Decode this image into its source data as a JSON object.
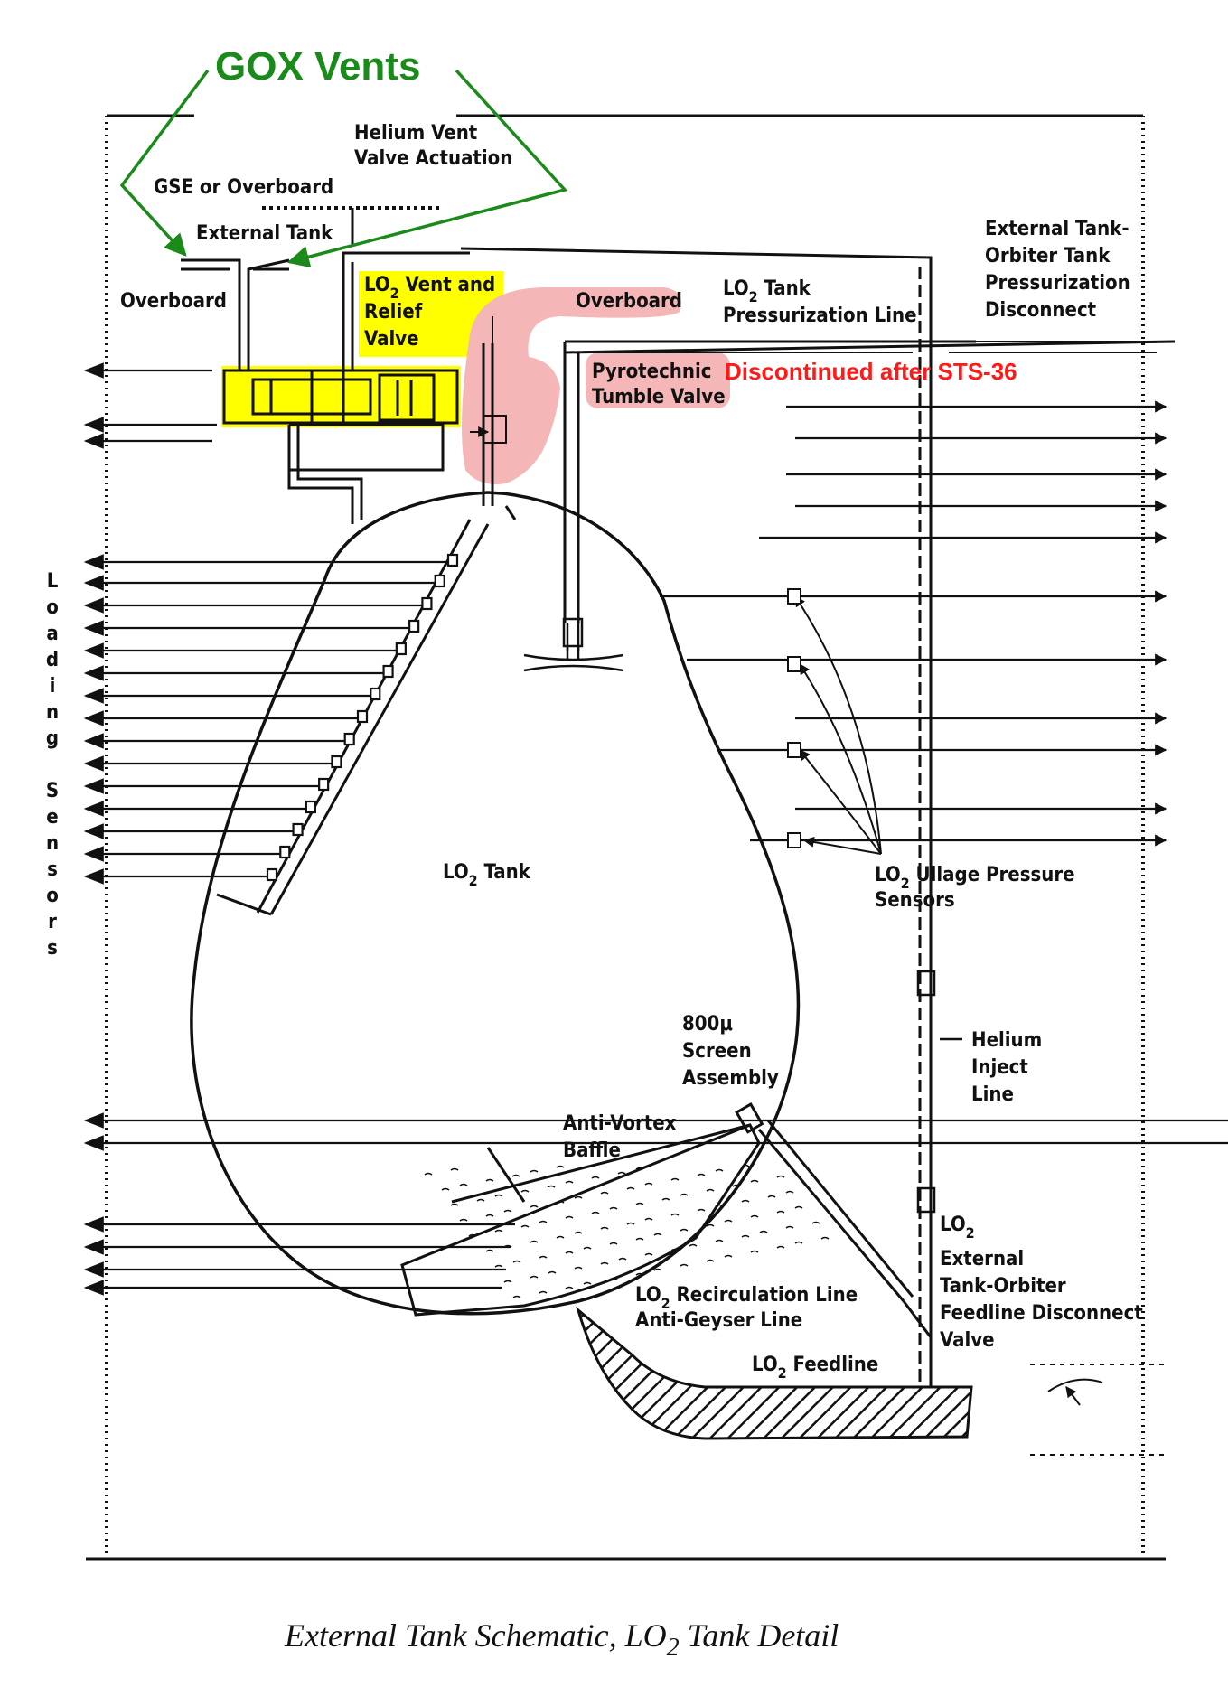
{
  "title": "GOX Vents",
  "annotation_discontinued": "Discontinued after STS-36",
  "caption_parts": [
    "External Tank Schematic, LO",
    "2",
    " Tank Detail"
  ],
  "labels": {
    "helium_vent": [
      "Helium Vent",
      "Valve Actuation"
    ],
    "gse_overboard": "GSE or Overboard",
    "external_tank": "External Tank",
    "overboard_left": "Overboard",
    "vent_relief": [
      "LO",
      "2",
      " Vent and",
      "Relief",
      "Valve"
    ],
    "overboard_top": "Overboard",
    "pressurization_line": [
      "LO",
      "2",
      " Tank",
      "Pressurization Line"
    ],
    "pyrotechnic": [
      "Pyrotechnic",
      "Tumble Valve"
    ],
    "orbiter_disconnect": [
      "External Tank-",
      "Orbiter Tank",
      "Pressurization",
      "Disconnect"
    ],
    "loading_sensors": [
      "L",
      "o",
      "a",
      "d",
      "i",
      "n",
      "g",
      "",
      "S",
      "e",
      "n",
      "s",
      "o",
      "r",
      "s"
    ],
    "lo2_tank": [
      "LO",
      "2",
      " Tank"
    ],
    "ullage": [
      "LO",
      "2",
      " Ullage Pressure",
      "Sensors"
    ],
    "screen": [
      "800μ",
      "Screen",
      "Assembly"
    ],
    "helium_inject": [
      "Helium",
      "Inject",
      "Line"
    ],
    "anti_vortex": [
      "Anti-Vortex",
      "Baffle"
    ],
    "recirc": [
      "LO",
      "2",
      " Recirculation Line",
      "Anti-Geyser Line"
    ],
    "feedline": [
      "LO",
      "2",
      " Feedline"
    ],
    "feedline_disconnect": [
      "LO",
      "2",
      "External",
      "Tank-Orbiter",
      "Feedline Disconnect",
      "Valve"
    ]
  },
  "colors": {
    "gox_green": "#1a8a1a",
    "highlight_yellow": "#ffff00",
    "highlight_pink": "#f4b6b6",
    "discontinued_red": "#ff1a1a",
    "ink": "#111111"
  }
}
